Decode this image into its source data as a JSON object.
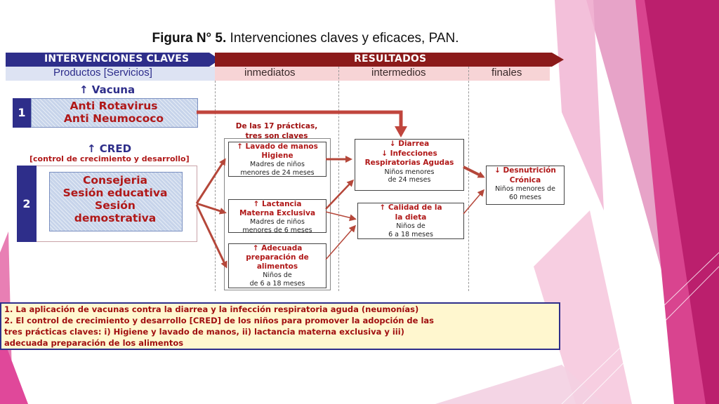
{
  "title": {
    "prefix": "Figura N° 5.",
    "text": "Intervenciones claves  y eficaces, PAN."
  },
  "header": {
    "left": "INTERVENCIONES CLAVES",
    "right": "RESULTADOS",
    "left_sub": "Productos [Servicios]",
    "col_inmediatos": "inmediatos",
    "col_intermedios": "intermedios",
    "col_finales": "finales"
  },
  "row1": {
    "title": "↑ Vacuna",
    "number": "1",
    "line1": "Anti Rotavirus",
    "line2": "Anti Neumococo"
  },
  "row2": {
    "title": "↑ CRED",
    "subtitle": "[control de crecimiento y desarrollo]",
    "number": "2",
    "line1": "Consejeria",
    "line2": "Sesión educativa",
    "line3": "Sesión",
    "line4": "demostrativa"
  },
  "practices_note": {
    "line1": "De las 17 prácticas,",
    "line2": "tres son claves"
  },
  "immediate": [
    {
      "head1": "↑ Lavado de manos",
      "head2": "Higiene",
      "sub1": "Madres de niños",
      "sub2": "menores de 24 meses"
    },
    {
      "head1": "↑ Lactancia",
      "head2": "Materna Exclusiva",
      "sub1": "Madres de niños",
      "sub2": "menores de 6 meses"
    },
    {
      "head1": "↑ Adecuada",
      "head2": "preparación de",
      "head3": "alimentos",
      "sub1": "Niños de",
      "sub2": "de 6 a 18  meses"
    }
  ],
  "intermediate": [
    {
      "head1": "↓ Diarrea",
      "head2": "↓ Infecciones",
      "head3": "Respiratorias Agudas",
      "sub1": "Niños menores",
      "sub2": "de 24 meses"
    },
    {
      "head1": "↑ Calidad de la",
      "head2": "la dieta",
      "sub1": "Niños de",
      "sub2": "6 a 18 meses"
    }
  ],
  "final": {
    "head1": "↓ Desnutrición",
    "head2": "Crónica",
    "sub1": "Niños menores de",
    "sub2": "60 meses"
  },
  "notes": [
    "1.  La aplicación de vacunas contra la diarrea y la infección respiratoria aguda (neumonías)",
    "2.  El control de crecimiento y desarrollo [CRED] de los niños para promover la adopción de las",
    "     tres prácticas claves: i) Higiene y lavado de manos, ii) lactancia materna exclusiva y iii)",
    "     adecuada preparación de los alimentos"
  ],
  "colors": {
    "navy": "#2e2e8a",
    "dark_red": "#8b1a1a",
    "arrow_red": "#b5473a",
    "pink": "#e0489a",
    "magenta": "#c2185b"
  }
}
